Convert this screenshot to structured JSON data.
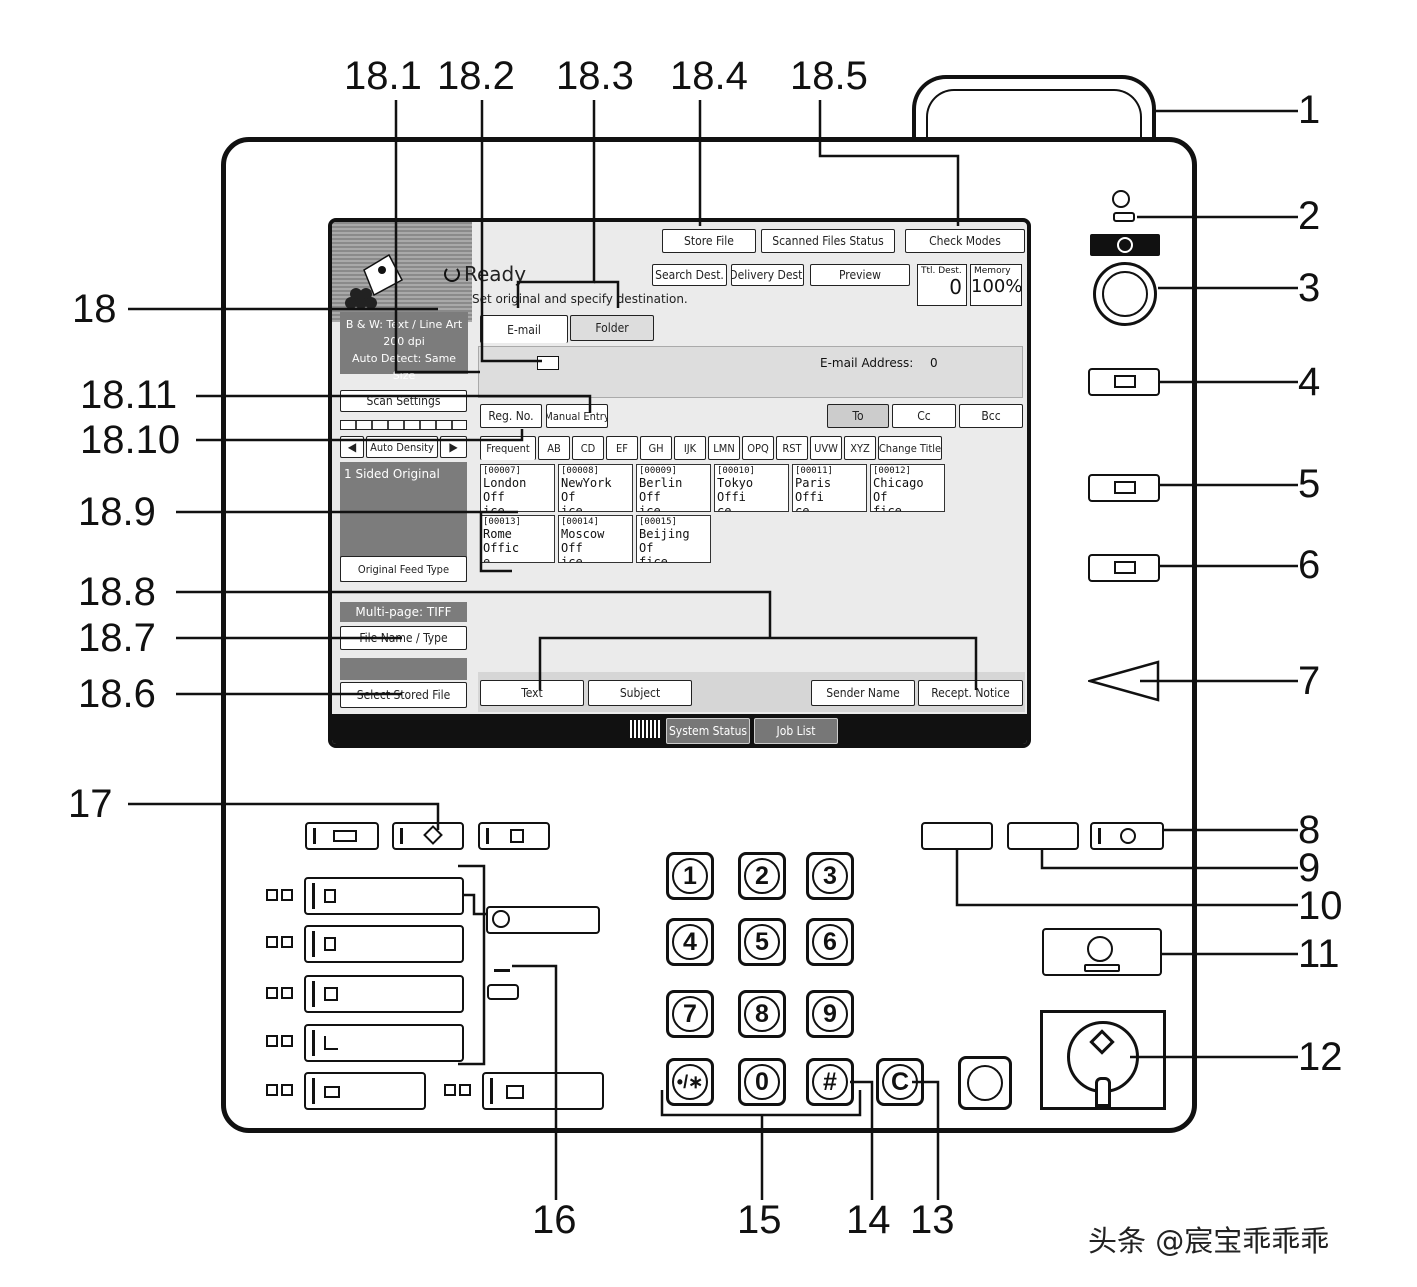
{
  "callouts": {
    "c1": "1",
    "c2": "2",
    "c3": "3",
    "c4": "4",
    "c5": "5",
    "c6": "6",
    "c7": "7",
    "c8": "8",
    "c9": "9",
    "c10": "10",
    "c11": "11",
    "c12": "12",
    "c13": "13",
    "c14": "14",
    "c15": "15",
    "c16": "16",
    "c17": "17",
    "c18": "18",
    "c18_1": "18.1",
    "c18_2": "18.2",
    "c18_3": "18.3",
    "c18_4": "18.4",
    "c18_5": "18.5",
    "c18_6": "18.6",
    "c18_7": "18.7",
    "c18_8": "18.8",
    "c18_9": "18.9",
    "c18_10": "18.10",
    "c18_11": "18.11"
  },
  "screen": {
    "top_buttons": {
      "store_file": "Store File",
      "scanned_files_status": "Scanned Files Status",
      "check_modes": "Check Modes"
    },
    "status": "Ready",
    "message": "Set original and specify destination.",
    "row2": {
      "search_dest": "Search Dest.",
      "delivery_dest": "Delivery Dest.",
      "preview": "Preview"
    },
    "counters": {
      "ttl_dest_label": "Ttl. Dest.",
      "ttl_dest_value": "0",
      "memory_label": "Memory",
      "memory_value": "100%"
    },
    "scan_info": {
      "line1": "B & W: Text / Line Art",
      "line2": "200 dpi",
      "line3": "Auto Detect: Same Size"
    },
    "tabs": {
      "email": "E-mail",
      "folder": "Folder"
    },
    "email_address_label": "E-mail Address:",
    "email_address_count": "0",
    "scan_settings": "Scan Settings",
    "auto_density": "Auto Density",
    "sided_original": "1 Sided Original",
    "original_feed_type": "Original Feed Type",
    "multipage": "Multi-page: TIFF",
    "file_name_type": "File Name / Type",
    "select_stored_file": "Select Stored File",
    "reg_no": "Reg. No.",
    "manual_entry": "Manual Entry",
    "to": "To",
    "cc": "Cc",
    "bcc": "Bcc",
    "index_tabs": [
      "Frequent",
      "AB",
      "CD",
      "EF",
      "GH",
      "IJK",
      "LMN",
      "OPQ",
      "RST",
      "UVW",
      "XYZ",
      "Change Title"
    ],
    "destinations": [
      {
        "id": "[00007]",
        "line1": "London Off",
        "line2": "ice"
      },
      {
        "id": "[00008]",
        "line1": "NewYork Of",
        "line2": "ice"
      },
      {
        "id": "[00009]",
        "line1": "Berlin Off",
        "line2": "ice"
      },
      {
        "id": "[00010]",
        "line1": "Tokyo Offi",
        "line2": "ce"
      },
      {
        "id": "[00011]",
        "line1": "Paris Offi",
        "line2": "ce"
      },
      {
        "id": "[00012]",
        "line1": "Chicago Of",
        "line2": "fice"
      },
      {
        "id": "[00013]",
        "line1": "Rome Offic",
        "line2": "e"
      },
      {
        "id": "[00014]",
        "line1": "Moscow Off",
        "line2": "ice"
      },
      {
        "id": "[00015]",
        "line1": "Beijing Of",
        "line2": "fice"
      }
    ],
    "bottom_buttons": {
      "text": "Text",
      "subject": "Subject",
      "sender_name": "Sender Name",
      "recept_notice": "Recept. Notice"
    },
    "system_status": "System Status",
    "job_list": "Job List"
  },
  "keypad": [
    "1",
    "2",
    "3",
    "4",
    "5",
    "6",
    "7",
    "8",
    "9",
    "•/∗",
    "0",
    "#"
  ],
  "clear_key": "C",
  "watermark": "头条 @宸宝乖乖乖"
}
